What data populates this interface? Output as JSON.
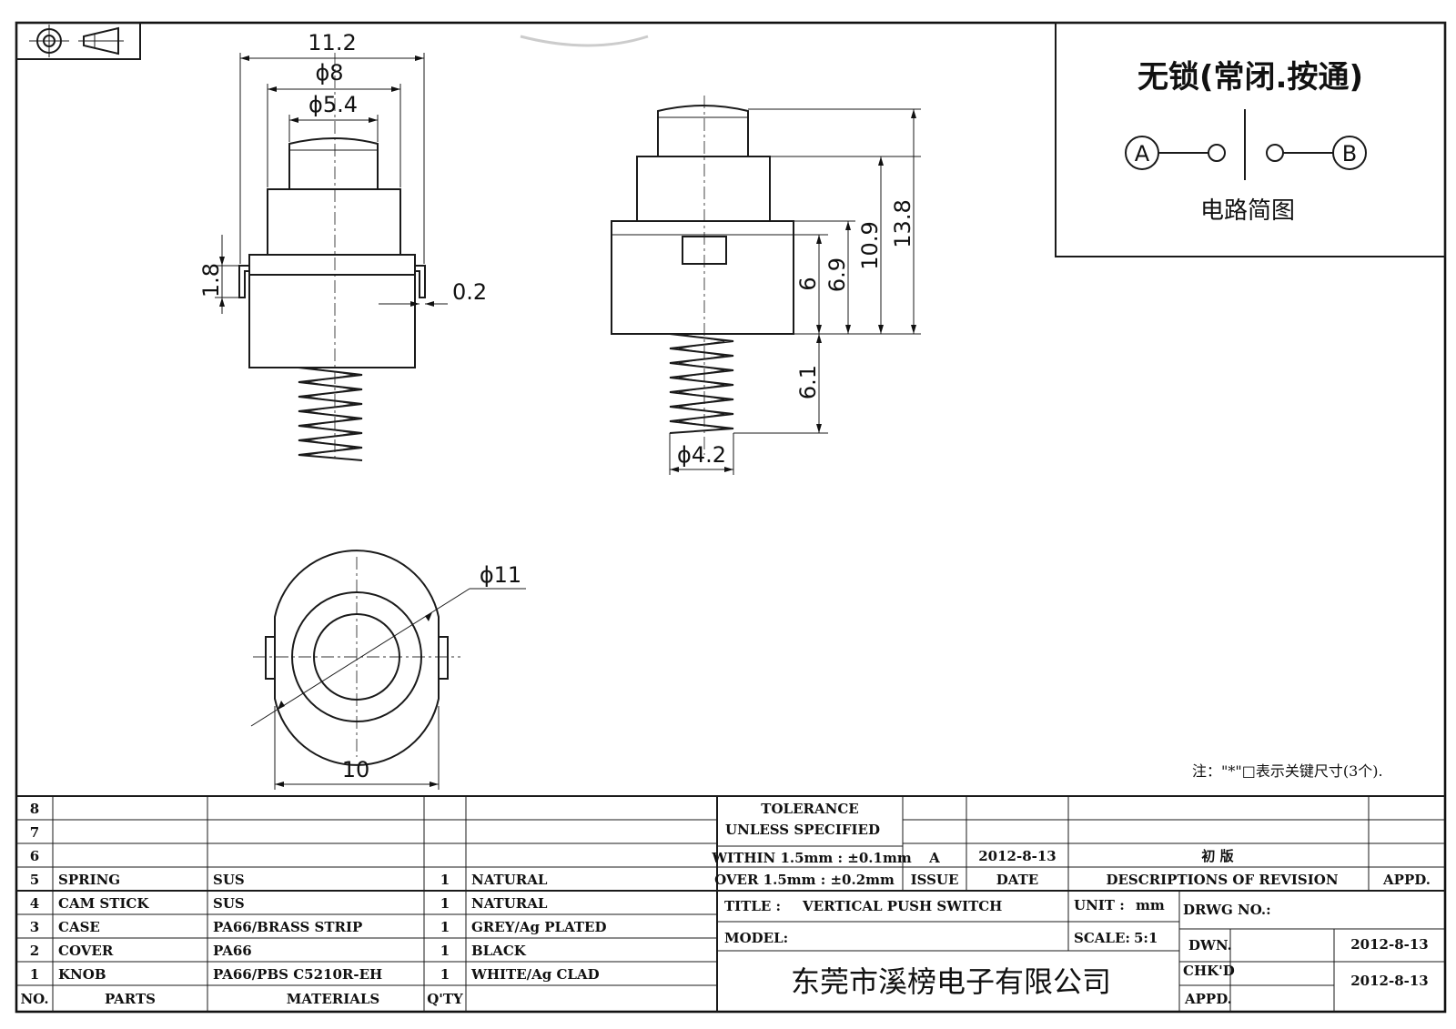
{
  "drawing": {
    "views": {
      "front_left": {
        "dims": {
          "width_total": "11.2",
          "dia_outer": "ϕ8",
          "dia_cap": "ϕ5.4",
          "clip_height": "1.8",
          "clip_thickness": "0.2"
        }
      },
      "front_right": {
        "dims": {
          "body_h": "6",
          "lower_h": "6.9",
          "upper_h": "10.9",
          "total_h": "13.8",
          "spring_len": "6.1",
          "spring_dia": "ϕ4.2"
        }
      },
      "top_view": {
        "dims": {
          "outer_dia": "ϕ11",
          "width": "10"
        }
      }
    },
    "circuit": {
      "title": "无锁(常闭.按通)",
      "terminal_a": "A",
      "terminal_b": "B",
      "caption": "电路简图"
    },
    "note": "注：\"*\"□表示关键尺寸(3个)."
  },
  "title_block": {
    "parts": [
      {
        "no": "8",
        "part": "",
        "material": "",
        "qty": "",
        "finish": ""
      },
      {
        "no": "7",
        "part": "",
        "material": "",
        "qty": "",
        "finish": ""
      },
      {
        "no": "6",
        "part": "",
        "material": "",
        "qty": "",
        "finish": ""
      },
      {
        "no": "5",
        "part": "SPRING",
        "material": "SUS",
        "qty": "1",
        "finish": "NATURAL"
      },
      {
        "no": "4",
        "part": "CAM STICK",
        "material": "SUS",
        "qty": "1",
        "finish": "NATURAL"
      },
      {
        "no": "3",
        "part": "CASE",
        "material": "PA66/BRASS STRIP",
        "qty": "1",
        "finish": "GREY/Ag PLATED"
      },
      {
        "no": "2",
        "part": "COVER",
        "material": "PA66",
        "qty": "1",
        "finish": "BLACK"
      },
      {
        "no": "1",
        "part": "KNOB",
        "material": "PA66/PBS C5210R-EH",
        "qty": "1",
        "finish": "WHITE/Ag CLAD"
      }
    ],
    "headers": {
      "no": "NO.",
      "parts": "PARTS",
      "materials": "MATERIALS",
      "qty": "Q'TY"
    },
    "tolerance": {
      "line1": "TOLERANCE",
      "line2": "UNLESS  SPECIFIED",
      "line3": "WITHIN 1.5mm : ±0.1mm",
      "line4": "OVER 1.5mm : ±0.2mm"
    },
    "revision": {
      "issue": "A",
      "date": "2012-8-13",
      "description": "初  版",
      "issue_label": "ISSUE",
      "date_label": "DATE",
      "desc_label": "DESCRIPTIONS OF REVISION",
      "appd_label": "APPD."
    },
    "title_label": "TITLE :",
    "title_value": "VERTICAL  PUSH  SWITCH",
    "unit_label": "UNIT :",
    "unit_value": "mm",
    "drwg_label": "DRWG NO.:",
    "model_label": "MODEL:",
    "scale_label": "SCALE:",
    "scale_value": "5:1",
    "dwn_label": "DWN.",
    "dwn_date": "2012-8-13",
    "chk_label": "CHK'D",
    "chk_date": "2012-8-13",
    "appd_label": "APPD.",
    "company": "东莞市溪榜电子有限公司"
  }
}
